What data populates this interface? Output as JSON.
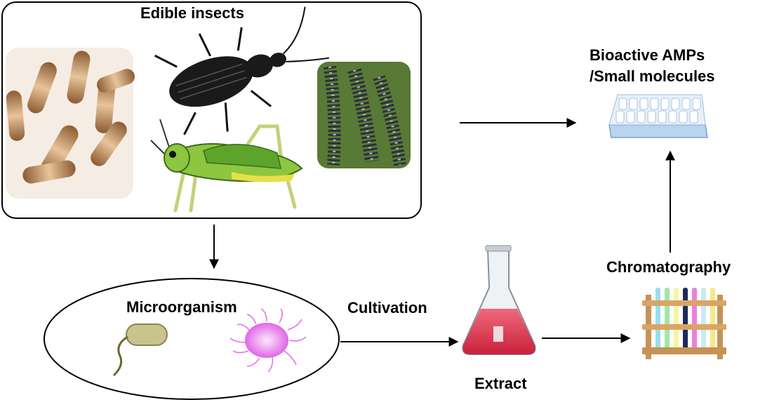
{
  "diagram": {
    "insects_box": {
      "title": "Edible insects",
      "icons": [
        "larvae-photo",
        "beetle-icon",
        "grasshopper-icon",
        "caterpillars-photo"
      ]
    },
    "microorganism": {
      "title": "Microorganism",
      "icons": [
        "bacterium-icon",
        "fungus-cell-icon"
      ]
    },
    "steps": {
      "cultivation": "Cultivation",
      "extract": "Extract",
      "chromatography": "Chromatography",
      "products_line1": "Bioactive AMPs",
      "products_line2": "/Small molecules"
    },
    "product_icons": [
      "erlenmeyer-flask-icon",
      "test-tube-rack-icon",
      "well-plate-icon"
    ],
    "colors": {
      "grasshopper": "#8dc63f",
      "extract": "#e23a52",
      "bacterium": "#b5b27a",
      "fungus": "#e36be8"
    }
  }
}
